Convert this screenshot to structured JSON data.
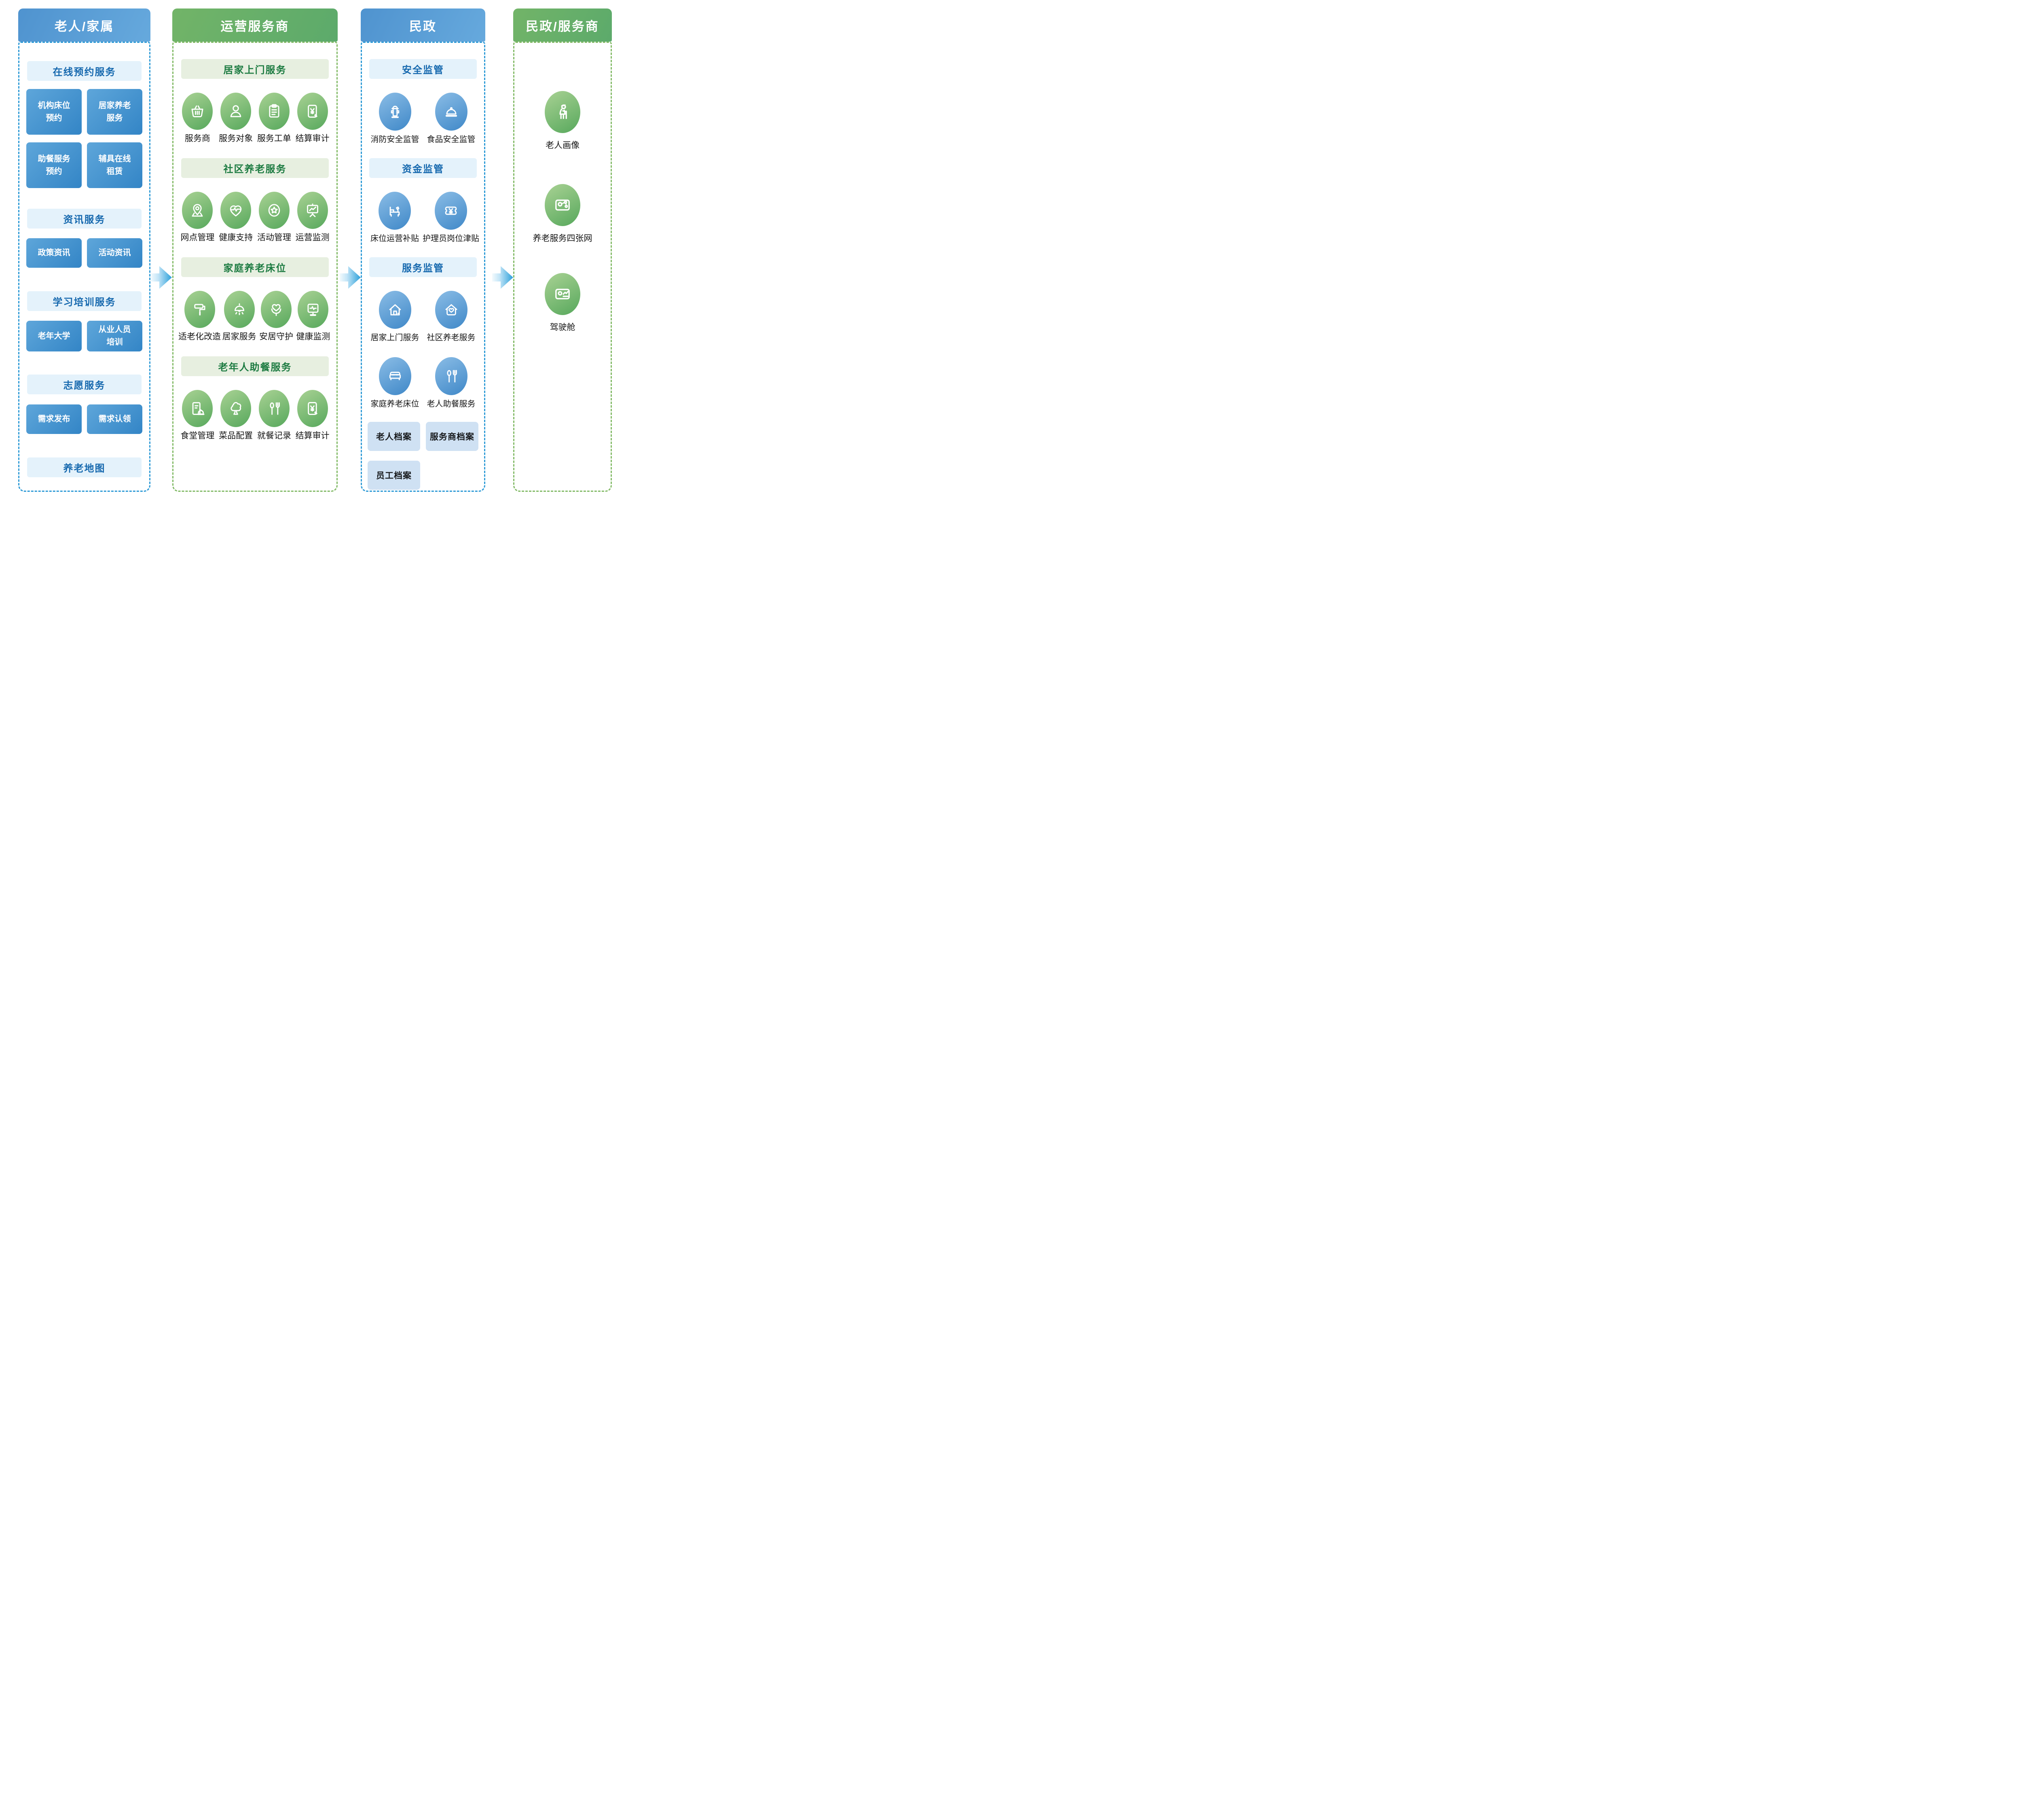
{
  "colors": {
    "blue_header": "#4f93cf",
    "green_header": "#5caa6b",
    "blue_dashed_border": "#2d9ad6",
    "green_dashed_border": "#82ba66",
    "blue_banner_bg": "#e4f2fb",
    "blue_banner_text": "#1568ae",
    "green_banner_bg": "#e7efe0",
    "green_banner_text": "#1b7a40",
    "blue_box_gradient": "#5ea6da",
    "archive_box_bg": "#cfe1f3",
    "arrow_blue": "#36a3dd"
  },
  "columns": [
    {
      "title": "老人/家属",
      "sections": [
        {
          "banner": "在线预约服务",
          "boxes": [
            "机构床位\n预约",
            "居家养老\n服务",
            "助餐服务\n预约",
            "辅具在线\n租赁"
          ]
        },
        {
          "banner": "资讯服务",
          "boxes": [
            "政策资讯",
            "活动资讯"
          ]
        },
        {
          "banner": "学习培训服务",
          "boxes": [
            "老年大学",
            "从业人员\n培训"
          ]
        },
        {
          "banner": "志愿服务",
          "boxes": [
            "需求发布",
            "需求认领"
          ]
        },
        {
          "banner": "养老地图",
          "boxes": []
        }
      ]
    },
    {
      "title": "运营服务商",
      "sections": [
        {
          "banner": "居家上门服务",
          "items": [
            {
              "icon": "basket",
              "label": "服务商"
            },
            {
              "icon": "person",
              "label": "服务对象"
            },
            {
              "icon": "clipboard",
              "label": "服务工单"
            },
            {
              "icon": "yen-audit",
              "label": "结算审计"
            }
          ]
        },
        {
          "banner": "社区养老服务",
          "items": [
            {
              "icon": "map-pin",
              "label": "网点管理"
            },
            {
              "icon": "heart-pulse",
              "label": "健康支持"
            },
            {
              "icon": "star-badge",
              "label": "活动管理"
            },
            {
              "icon": "chart-board",
              "label": "运营监测"
            }
          ]
        },
        {
          "banner": "家庭养老床位",
          "items": [
            {
              "icon": "paint-roller",
              "label": "适老化改造"
            },
            {
              "icon": "ceiling-lamp",
              "label": "居家服务"
            },
            {
              "icon": "heart-hands",
              "label": "安居守护"
            },
            {
              "icon": "monitor-pulse",
              "label": "健康监测"
            }
          ]
        },
        {
          "banner": "老年人助餐服务",
          "items": [
            {
              "icon": "menu-cloche",
              "label": "食堂管理"
            },
            {
              "icon": "vegetable",
              "label": "菜品配置"
            },
            {
              "icon": "cutlery",
              "label": "就餐记录"
            },
            {
              "icon": "yen-audit",
              "label": "结算审计"
            }
          ]
        }
      ]
    },
    {
      "title": "民政",
      "sections": [
        {
          "banner": "安全监管",
          "items": [
            {
              "icon": "fire-hydrant",
              "label": "消防安全监管"
            },
            {
              "icon": "food-cloche",
              "label": "食品安全监管"
            }
          ]
        },
        {
          "banner": "资金监管",
          "items": [
            {
              "icon": "nursing-bed",
              "label": "床位运营补贴"
            },
            {
              "icon": "ticket-yen",
              "label": "护理员岗位津贴"
            }
          ]
        },
        {
          "banner": "服务监管",
          "items": [
            {
              "icon": "house",
              "label": "居家上门服务"
            },
            {
              "icon": "house-heart",
              "label": "社区养老服务"
            },
            {
              "icon": "double-bed",
              "label": "家庭养老床位"
            },
            {
              "icon": "cutlery",
              "label": "老人助餐服务"
            }
          ]
        }
      ],
      "archives": [
        "老人档案",
        "服务商档案",
        "员工档案"
      ]
    },
    {
      "title": "民政/服务商",
      "items": [
        {
          "icon": "elderly-person",
          "label": "老人画像"
        },
        {
          "icon": "map-network",
          "label": "养老服务四张网"
        },
        {
          "icon": "dashboard",
          "label": "驾驶舱"
        }
      ]
    }
  ]
}
